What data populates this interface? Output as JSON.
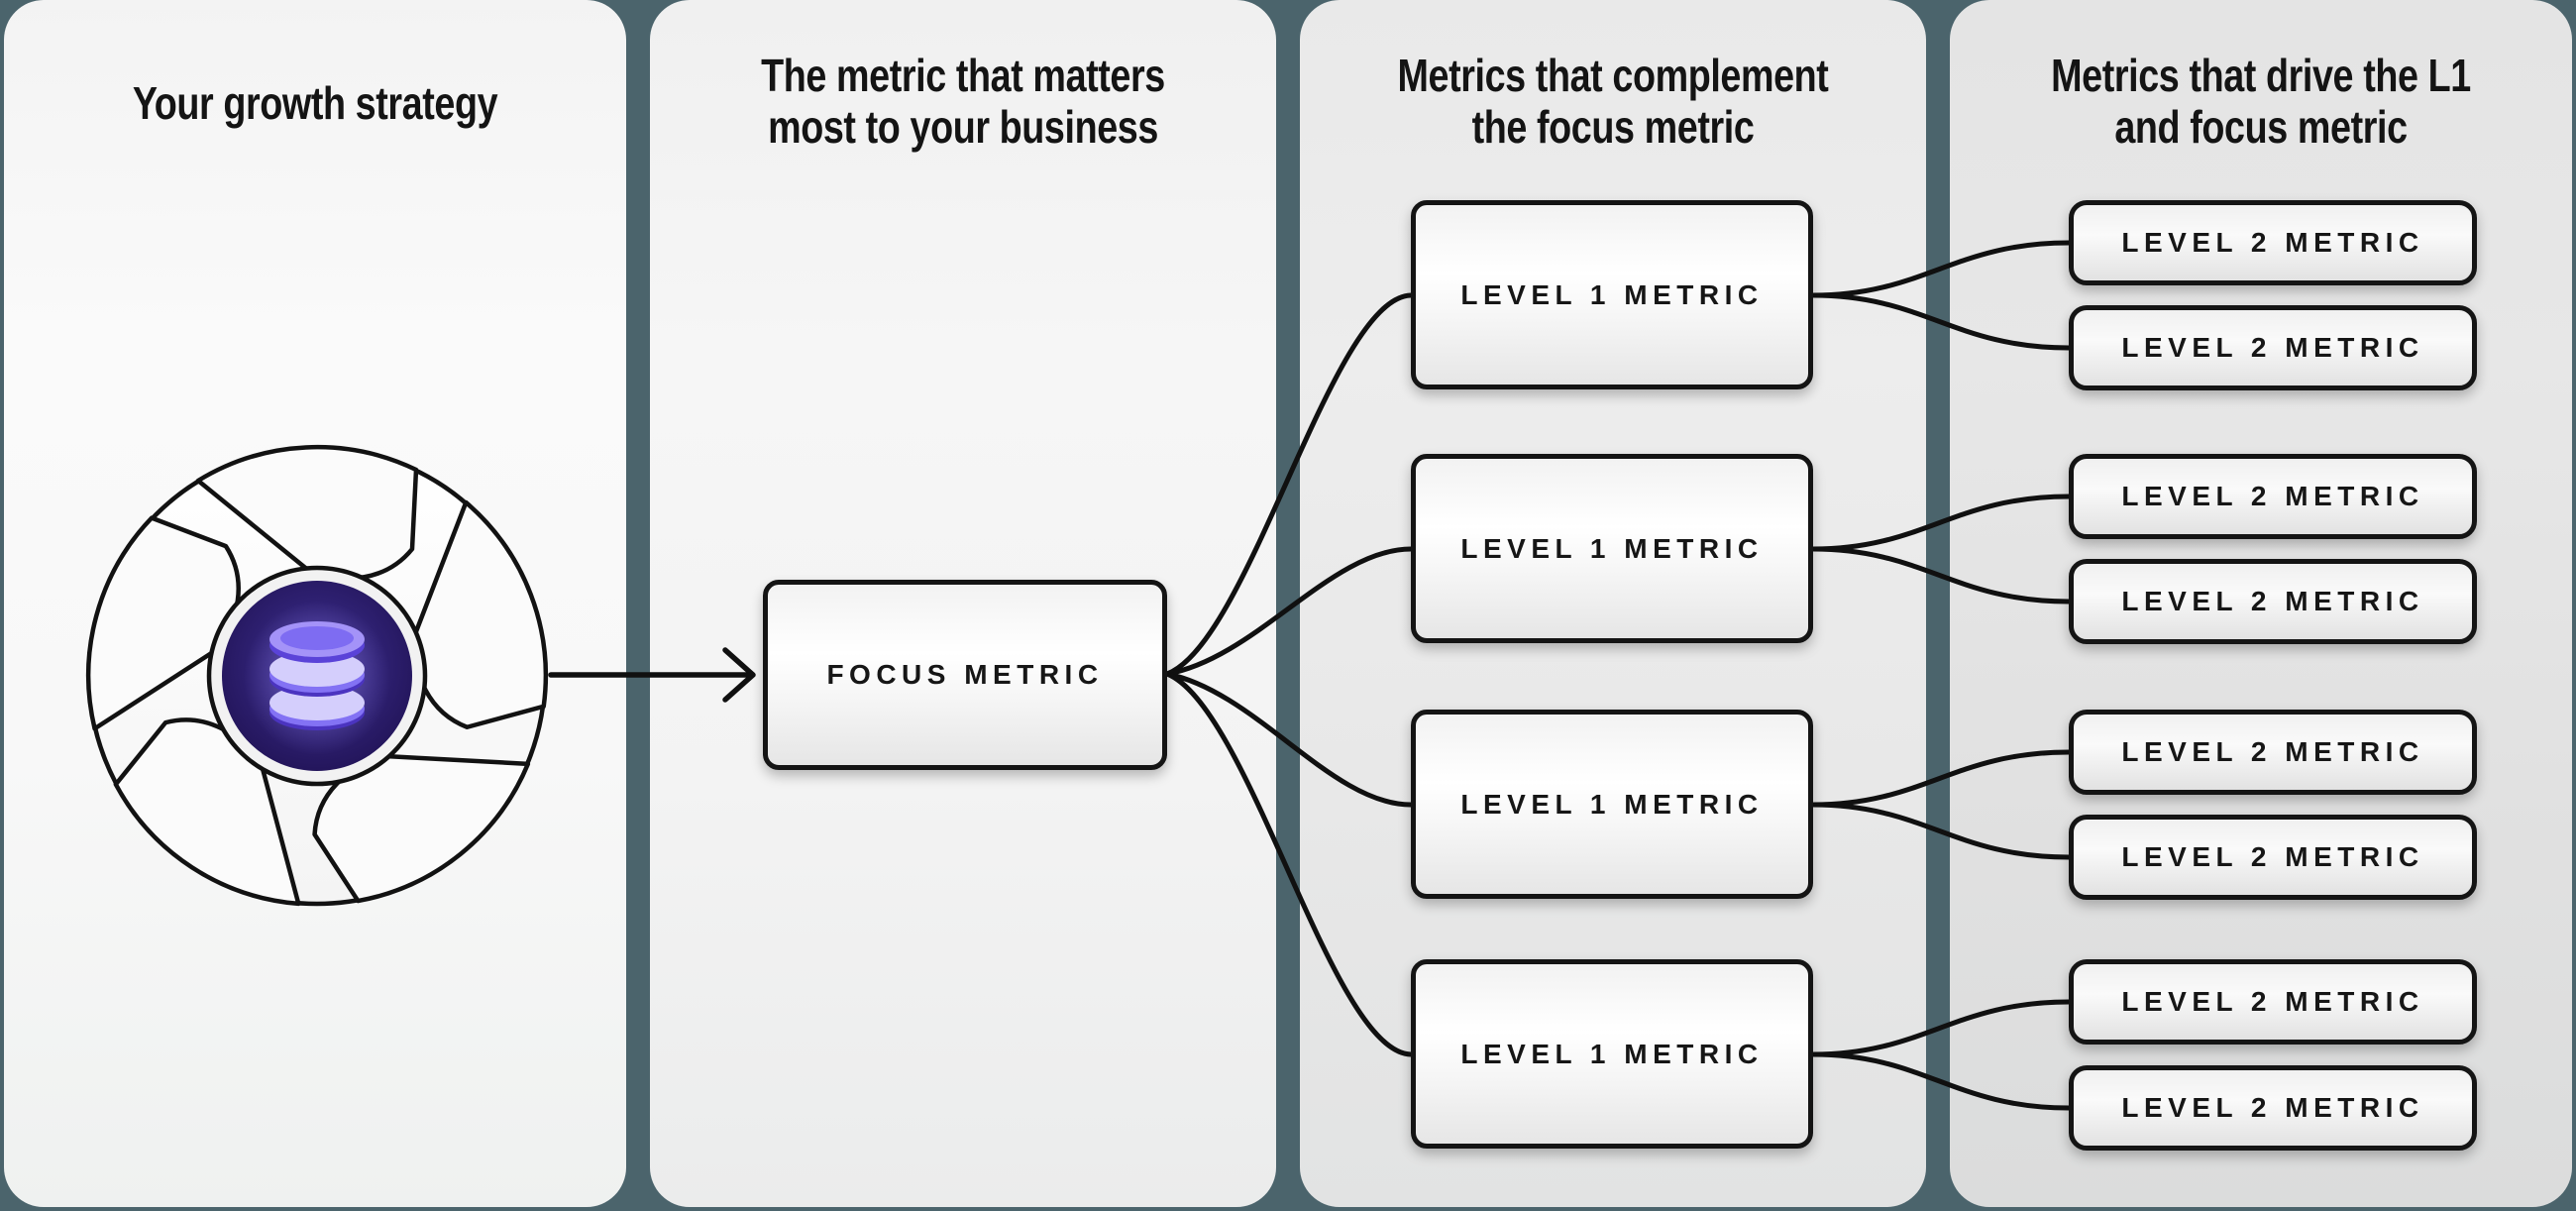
{
  "columns": [
    {
      "title_lines": [
        "Your growth strategy"
      ]
    },
    {
      "title_lines": [
        "The metric that matters",
        "most to your business"
      ]
    },
    {
      "title_lines": [
        "Metrics that complement",
        "the focus metric"
      ]
    },
    {
      "title_lines": [
        "Metrics that drive the L1",
        "and focus metric"
      ]
    }
  ],
  "focus_box": {
    "label": "FOCUS METRIC"
  },
  "level1_boxes": [
    {
      "label": "LEVEL 1 METRIC"
    },
    {
      "label": "LEVEL 1 METRIC"
    },
    {
      "label": "LEVEL 1 METRIC"
    },
    {
      "label": "LEVEL 1 METRIC"
    }
  ],
  "level2_boxes": [
    {
      "label": "LEVEL 2 METRIC"
    },
    {
      "label": "LEVEL 2 METRIC"
    },
    {
      "label": "LEVEL 2 METRIC"
    },
    {
      "label": "LEVEL 2 METRIC"
    },
    {
      "label": "LEVEL 2 METRIC"
    },
    {
      "label": "LEVEL 2 METRIC"
    },
    {
      "label": "LEVEL 2 METRIC"
    },
    {
      "label": "LEVEL 2 METRIC"
    }
  ],
  "icons": {
    "flywheel": "flywheel-shutter-icon",
    "database": "database-icon",
    "arrow": "arrow-right-icon"
  },
  "colors": {
    "page_background": "#4b646c",
    "panel_light": "#f6f6f6",
    "panel_gray": "#e9e9e9",
    "panel_dark_gray": "#e2e2e2",
    "box_border": "#141414",
    "connector": "#101010",
    "text": "#141414",
    "icon_purple_dark": "#2a1b67",
    "icon_purple_mid": "#8372f4",
    "icon_purple_light": "#d4cefc"
  }
}
